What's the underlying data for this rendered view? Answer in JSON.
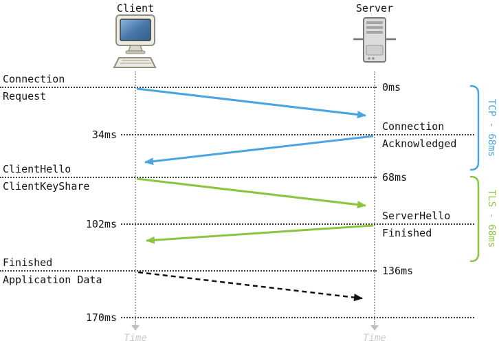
{
  "actors": {
    "client": {
      "label": "Client"
    },
    "server": {
      "label": "Server"
    }
  },
  "gridlines": [
    {
      "time": "0ms",
      "time_side": "right",
      "annotation_side": "left",
      "annotation_top": "Connection",
      "annotation_bottom": "Request"
    },
    {
      "time": "34ms",
      "time_side": "left",
      "annotation_side": "right",
      "annotation_top": "Connection",
      "annotation_bottom": "Acknowledged"
    },
    {
      "time": "68ms",
      "time_side": "right",
      "annotation_side": "left",
      "annotation_top": "ClientHello",
      "annotation_bottom": "ClientKeyShare"
    },
    {
      "time": "102ms",
      "time_side": "left",
      "annotation_side": "right",
      "annotation_top": "ServerHello",
      "annotation_bottom": "Finished"
    },
    {
      "time": "136ms",
      "time_side": "right",
      "annotation_side": "left",
      "annotation_top": "Finished",
      "annotation_bottom": "Application Data"
    },
    {
      "time": "170ms",
      "time_side": "left"
    }
  ],
  "messages": [
    {
      "name": "connection-request",
      "from": "client",
      "to": "server",
      "style": "solid",
      "color": "#4aa4e0"
    },
    {
      "name": "connection-acknowledged",
      "from": "server",
      "to": "client",
      "style": "solid",
      "color": "#4aa4e0"
    },
    {
      "name": "clienthello-clientkeyshare",
      "from": "client",
      "to": "server",
      "style": "solid",
      "color": "#8bc53f"
    },
    {
      "name": "serverhello-finished",
      "from": "server",
      "to": "client",
      "style": "solid",
      "color": "#8bc53f"
    },
    {
      "name": "application-data",
      "from": "client",
      "to": "server",
      "style": "dashed",
      "color": "#111111"
    }
  ],
  "brackets": [
    {
      "label": "TCP - 68ms",
      "color": "#4aa4e0",
      "span": [
        "0ms",
        "68ms"
      ]
    },
    {
      "label": "TLS - 68ms",
      "color": "#8bc53f",
      "span": [
        "68ms",
        "136ms"
      ]
    }
  ],
  "timeline": {
    "label": "Time"
  }
}
